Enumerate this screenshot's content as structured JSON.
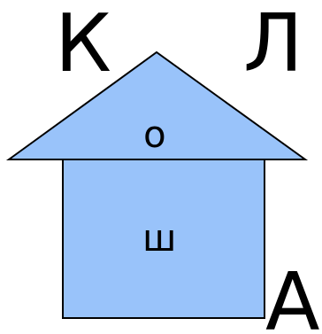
{
  "colors": {
    "house_fill": "#99c3fa",
    "outline": "#000000",
    "background": "#ffffff"
  },
  "letters": {
    "top_left": "К",
    "top_right": "Л",
    "roof": "о",
    "wall": "ш",
    "bottom_right": "А"
  }
}
